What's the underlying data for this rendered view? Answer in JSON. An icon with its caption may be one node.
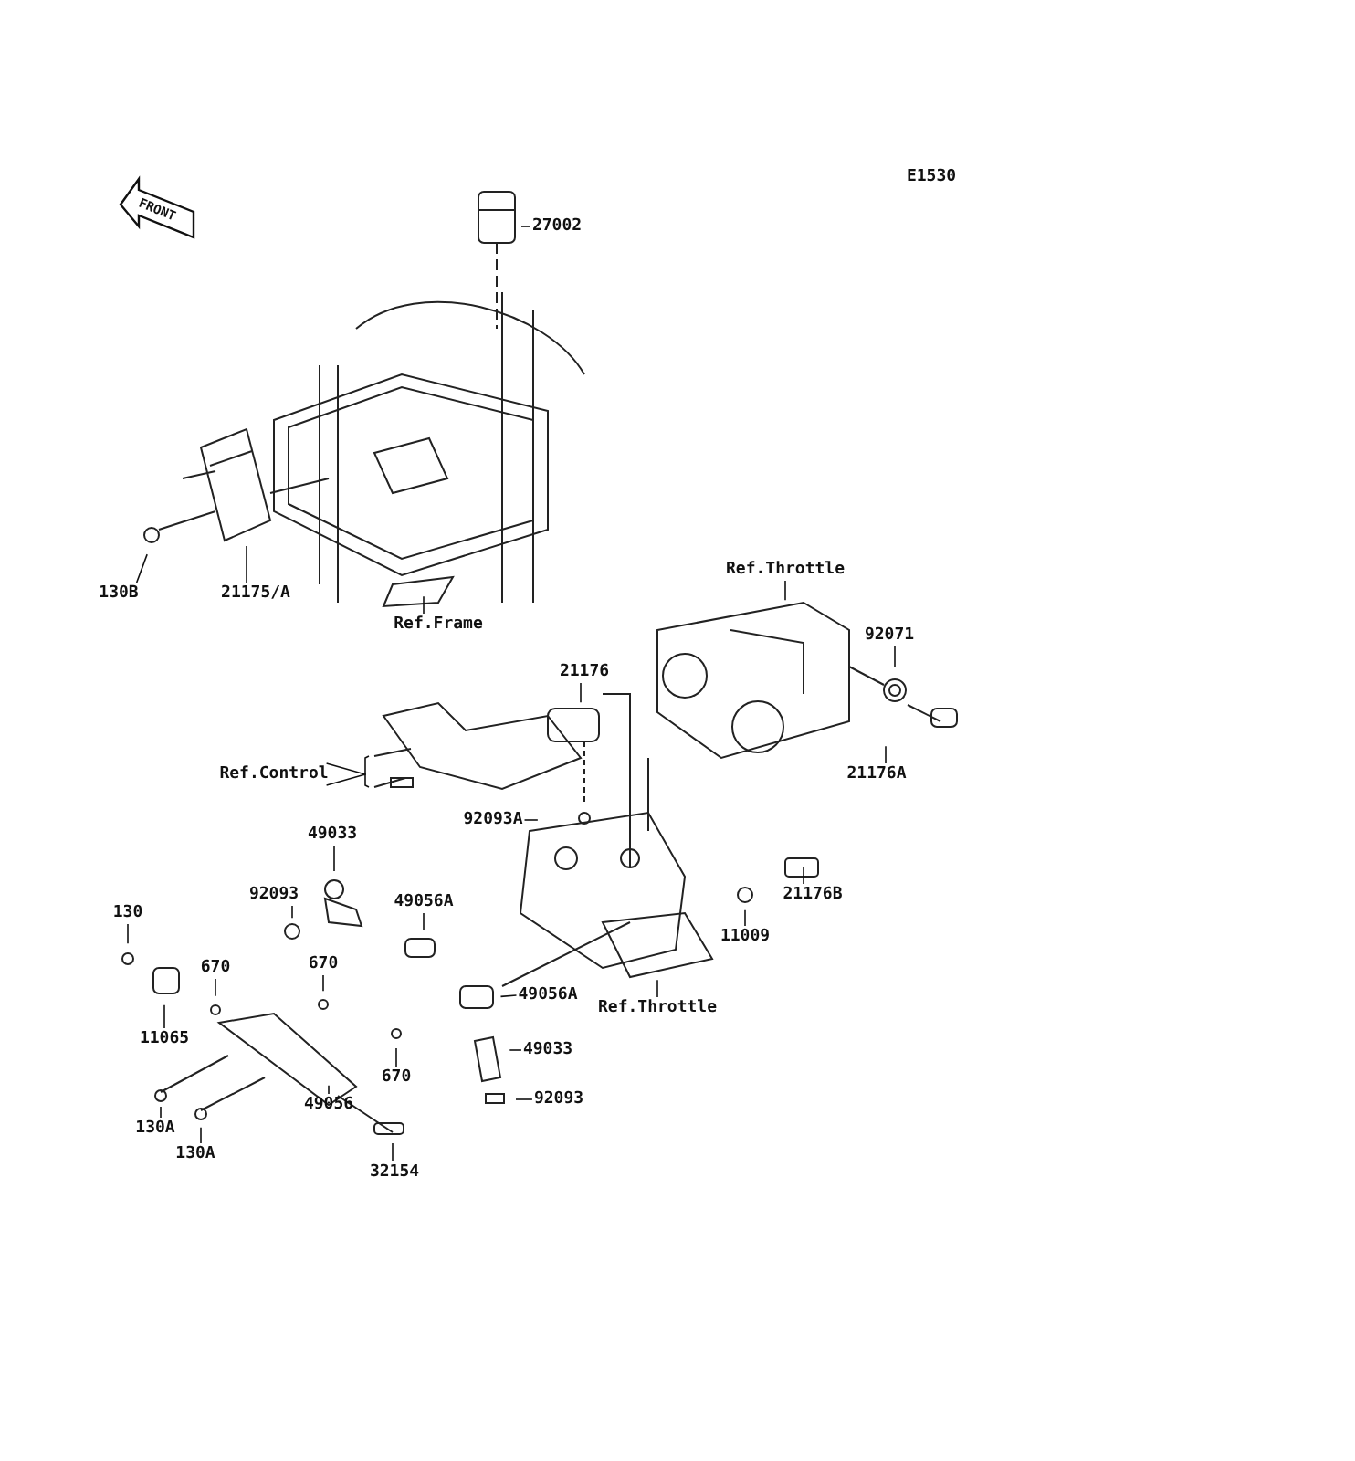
{
  "diagram": {
    "nodes": [
      {
        "text": [
          "27002"
        ]
      },
      {
        "text": [
          "130B"
        ]
      },
      {
        "text": [
          "21175/A"
        ]
      },
      {
        "text": [
          "Ref.Frame"
        ]
      },
      {
        "text": [
          "Ref.Throttle"
        ]
      },
      {
        "text": [
          "92071"
        ]
      },
      {
        "text": [
          "21176"
        ]
      },
      {
        "text": [
          "Ref.Control"
        ]
      },
      {
        "text": [
          "21176A"
        ]
      },
      {
        "text": [
          "92093A"
        ]
      },
      {
        "text": [
          "49033"
        ]
      },
      {
        "text": [
          "92093"
        ]
      },
      {
        "text": [
          "49056A"
        ]
      },
      {
        "text": [
          "21176B"
        ]
      },
      {
        "text": [
          "130"
        ]
      },
      {
        "text": [
          "670"
        ]
      },
      {
        "text": [
          "670"
        ]
      },
      {
        "text": [
          "11065"
        ]
      },
      {
        "text": [
          "11009"
        ]
      },
      {
        "text": [
          "49056A"
        ]
      },
      {
        "text": [
          "Ref.Throttle"
        ]
      },
      {
        "text": [
          "49033"
        ]
      },
      {
        "text": [
          "670"
        ]
      },
      {
        "text": [
          "92093"
        ]
      },
      {
        "text": [
          "49056"
        ]
      },
      {
        "text": [
          "130A"
        ]
      },
      {
        "text": [
          "130A"
        ]
      },
      {
        "text": [
          "32154"
        ]
      }
    ],
    "edges": [
      {
        "from": 0,
        "to": null,
        "arrow": "none"
      },
      {
        "from": 1,
        "to": null,
        "arrow": "none"
      },
      {
        "from": 2,
        "to": null,
        "arrow": "none"
      },
      {
        "from": 3,
        "to": null,
        "arrow": "none"
      },
      {
        "from": 4,
        "to": null,
        "arrow": "none"
      },
      {
        "from": 5,
        "to": null,
        "arrow": "none"
      },
      {
        "from": 6,
        "to": null,
        "arrow": "none"
      },
      {
        "from": 7,
        "to": null,
        "arrow": "none"
      },
      {
        "from": 7,
        "to": null,
        "arrow": "none"
      },
      {
        "from": 8,
        "to": null,
        "arrow": "none"
      },
      {
        "from": 9,
        "to": null,
        "arrow": "none"
      },
      {
        "from": 10,
        "to": null,
        "arrow": "none"
      },
      {
        "from": 11,
        "to": null,
        "arrow": "none"
      },
      {
        "from": 12,
        "to": null,
        "arrow": "none"
      },
      {
        "from": 13,
        "to": null,
        "arrow": "none"
      },
      {
        "from": 14,
        "to": null,
        "arrow": "none"
      },
      {
        "from": 15,
        "to": null,
        "arrow": "none"
      },
      {
        "from": 16,
        "to": null,
        "arrow": "none"
      },
      {
        "from": 17,
        "to": null,
        "arrow": "none"
      },
      {
        "from": 18,
        "to": null,
        "arrow": "none"
      },
      {
        "from": 19,
        "to": null,
        "arrow": "none"
      },
      {
        "from": 20,
        "to": null,
        "arrow": "none"
      },
      {
        "from": 21,
        "to": null,
        "arrow": "none"
      },
      {
        "from": 22,
        "to": null,
        "arrow": "none"
      },
      {
        "from": 23,
        "to": null,
        "arrow": "none"
      },
      {
        "from": 24,
        "to": null,
        "arrow": "none"
      },
      {
        "from": 25,
        "to": null,
        "arrow": "none"
      },
      {
        "from": 26,
        "to": null,
        "arrow": "none"
      },
      {
        "from": 27,
        "to": null,
        "arrow": "none"
      }
    ],
    "labels": [
      "E1530",
      "FRONT"
    ]
  }
}
